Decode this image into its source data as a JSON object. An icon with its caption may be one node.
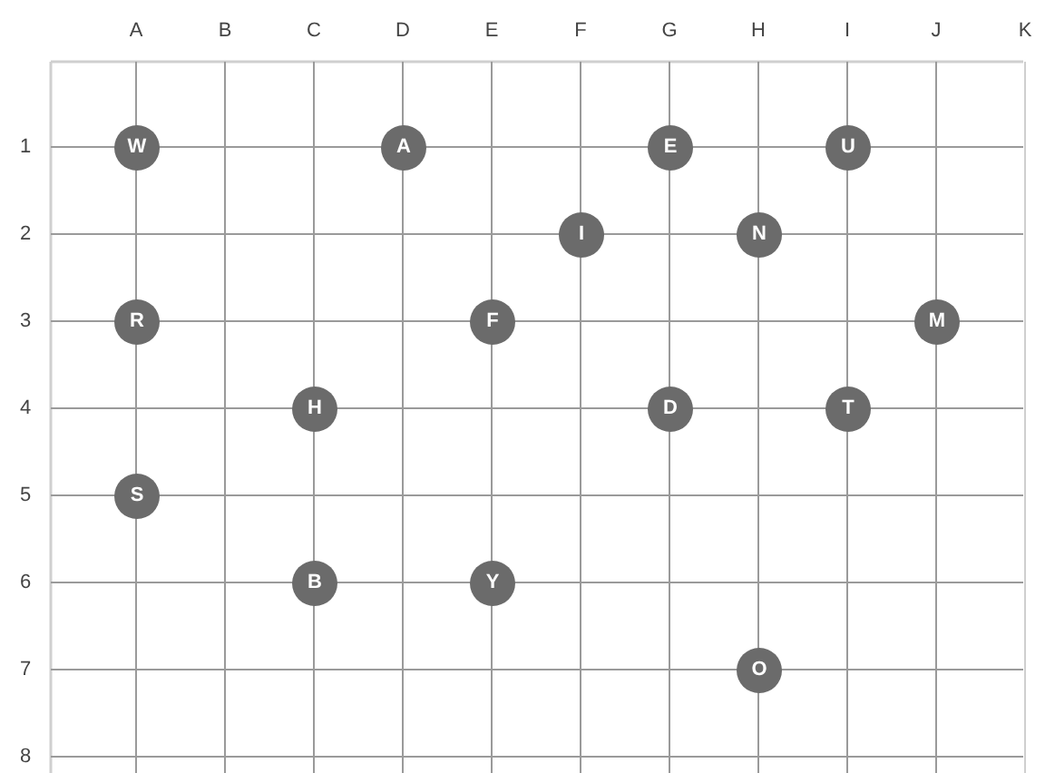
{
  "diagram": {
    "nodes": [
      {
        "text": [
          "W"
        ]
      },
      {
        "text": [
          "A"
        ]
      },
      {
        "text": [
          "E"
        ]
      },
      {
        "text": [
          "U"
        ]
      },
      {
        "text": [
          "I"
        ]
      },
      {
        "text": [
          "N"
        ]
      },
      {
        "text": [
          "R"
        ]
      },
      {
        "text": [
          "F"
        ]
      },
      {
        "text": [
          "M"
        ]
      },
      {
        "text": [
          "H"
        ]
      },
      {
        "text": [
          "D"
        ]
      },
      {
        "text": [
          "T"
        ]
      },
      {
        "text": [
          "S"
        ]
      },
      {
        "text": [
          "B"
        ]
      },
      {
        "text": [
          "Y"
        ]
      },
      {
        "text": [
          "O"
        ]
      }
    ],
    "labels": [
      "A",
      "B",
      "C",
      "D",
      "E",
      "F",
      "G",
      "H",
      "I",
      "J",
      "K",
      "1",
      "2",
      "3",
      "4",
      "5",
      "6",
      "7",
      "8"
    ]
  }
}
